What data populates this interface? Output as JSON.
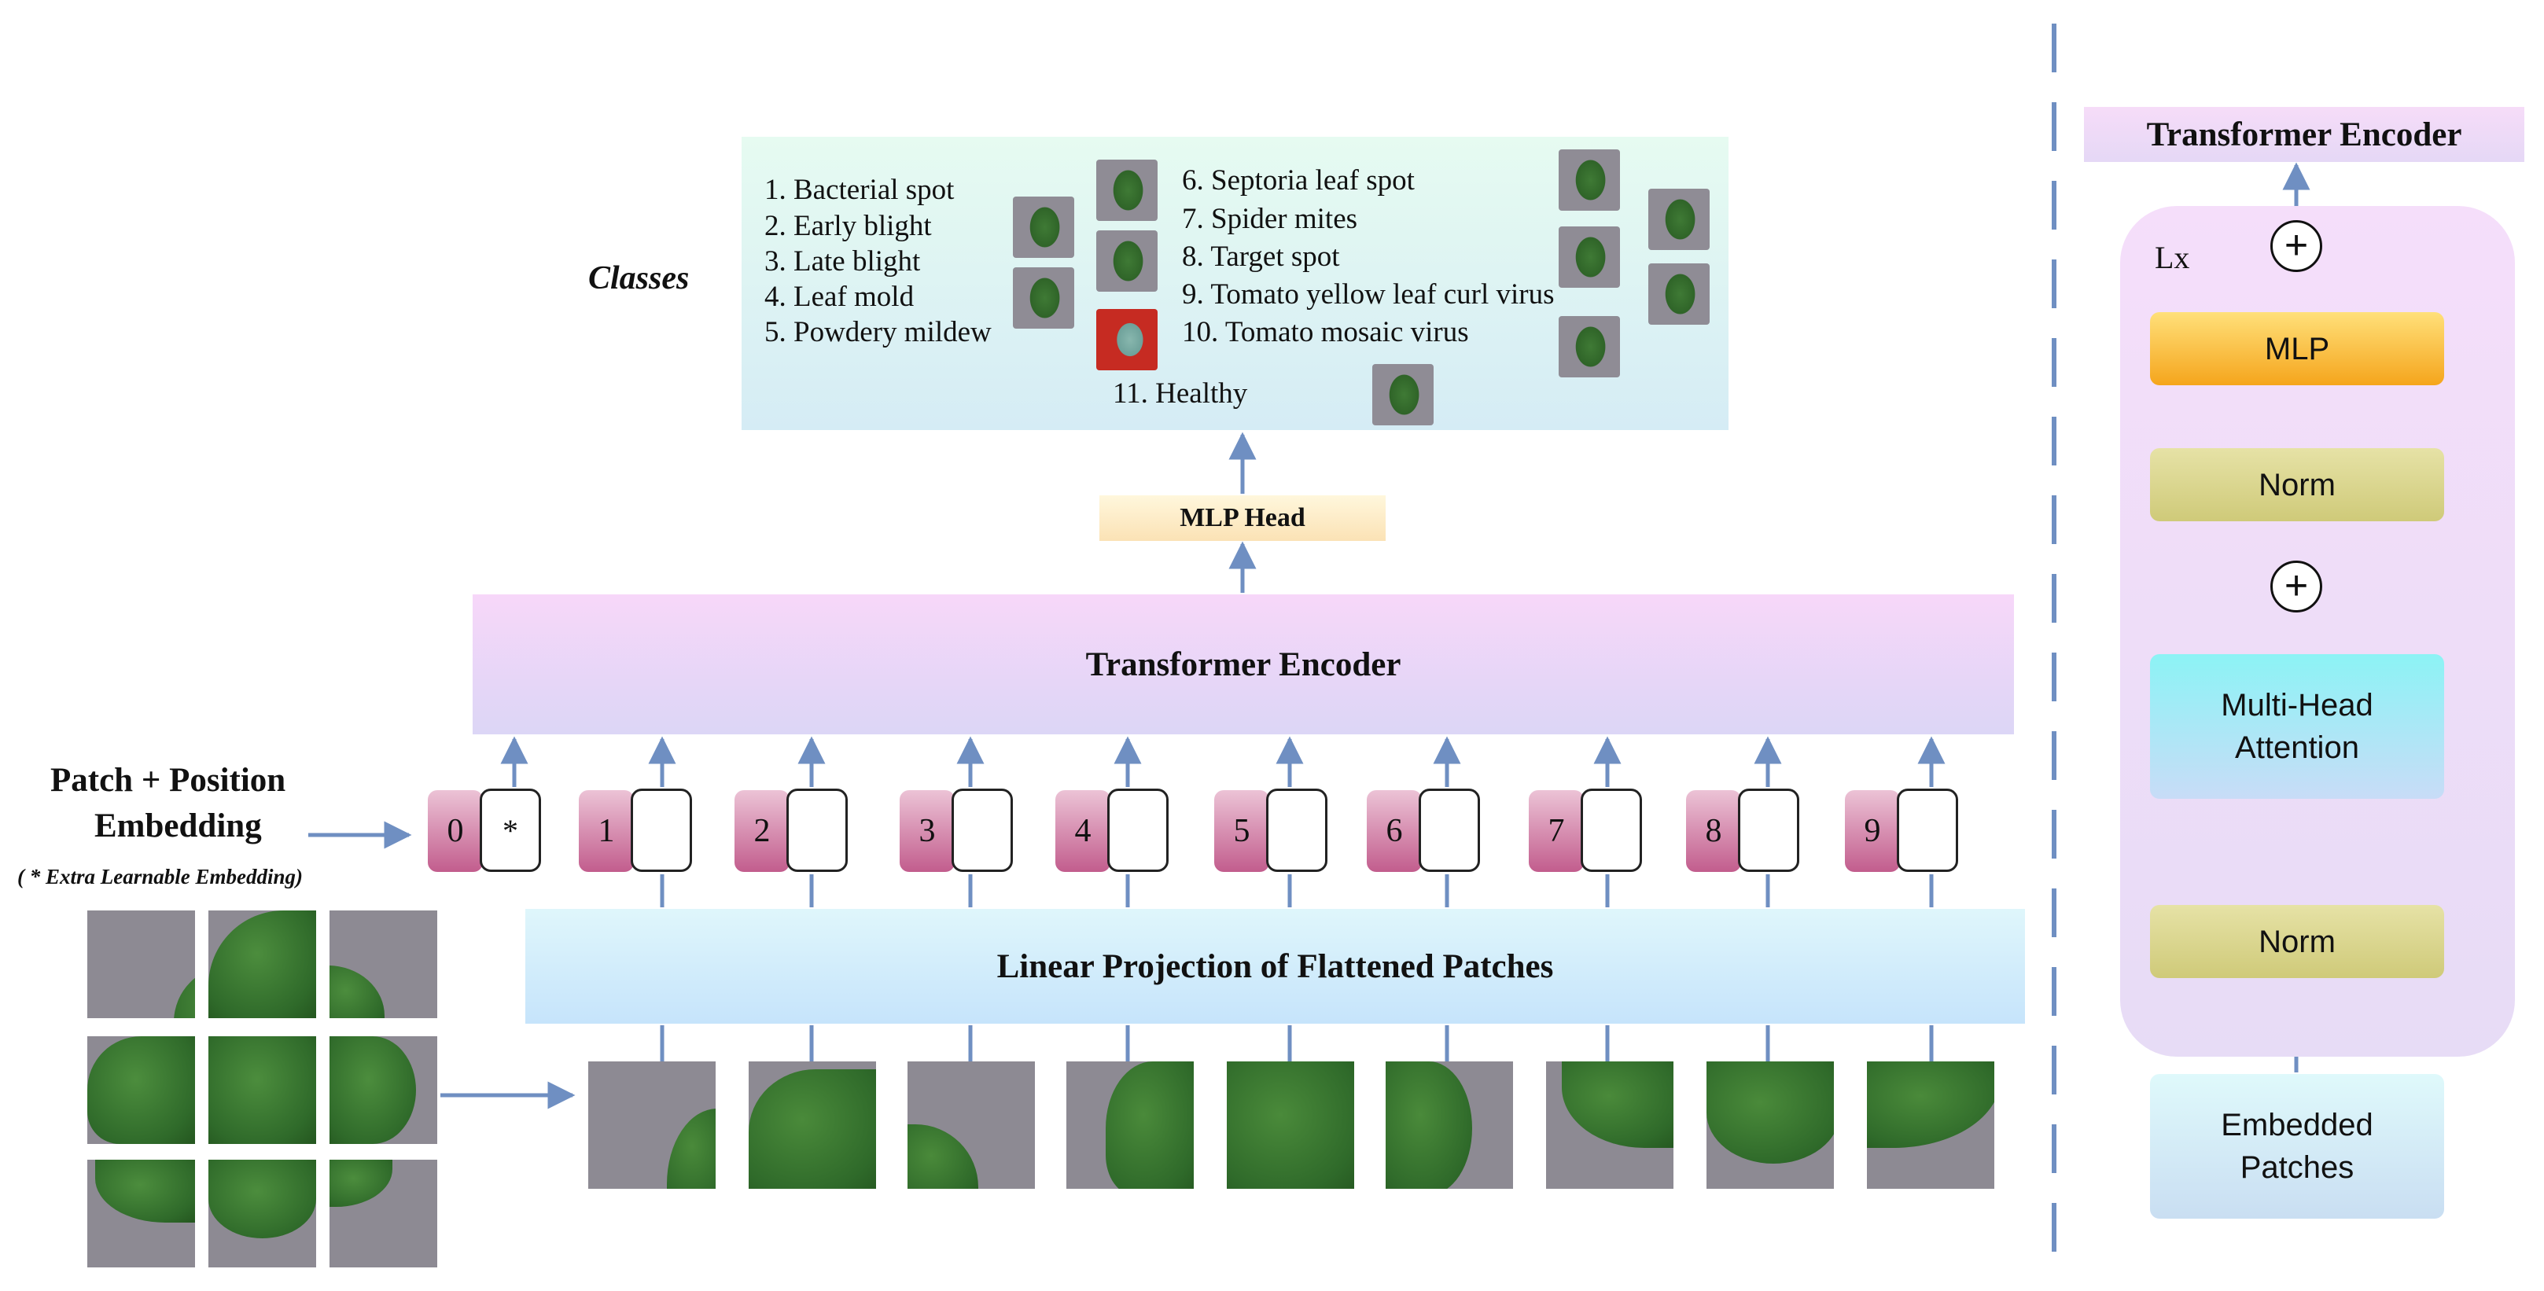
{
  "classes": {
    "heading": "Classes",
    "items": [
      "1. Bacterial spot",
      "2. Early blight",
      "3. Late blight",
      "4. Leaf mold",
      "5. Powdery mildew",
      "6. Septoria leaf spot",
      "7. Spider mites",
      "8. Target spot",
      "9. Tomato yellow leaf curl virus",
      "10. Tomato mosaic virus",
      "11. Healthy"
    ]
  },
  "vit": {
    "mlp_head": "MLP Head",
    "transformer_encoder": "Transformer Encoder",
    "linear_projection": "Linear Projection of Flattened Patches",
    "embedding_title_line1": "Patch + Position",
    "embedding_title_line2": "Embedding",
    "extra_note": "( * Extra Learnable Embedding)",
    "tokens": [
      "0",
      "1",
      "2",
      "3",
      "4",
      "5",
      "6",
      "7",
      "8",
      "9"
    ],
    "extra_token": "*"
  },
  "encoder_detail": {
    "title": "Transformer Encoder",
    "repeat_label": "Lx",
    "mlp": "MLP",
    "norm_top": "Norm",
    "attention": "Multi-Head Attention",
    "norm_bottom": "Norm",
    "input": "Embedded Patches",
    "add_symbol": "+"
  },
  "colors": {
    "arrow": "#6f8fc2",
    "token_position": "#c25d8d",
    "mlp_block": "#f5a51c",
    "norm_block": "#cfca79",
    "attention_block": "#8cf3f5"
  }
}
